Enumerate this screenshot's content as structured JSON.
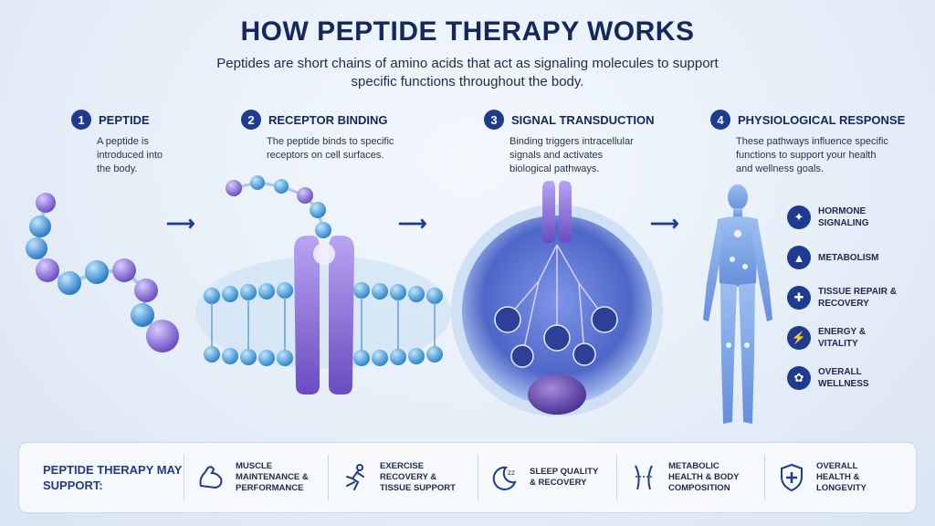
{
  "header": {
    "title": "HOW PEPTIDE THERAPY WORKS",
    "subtitle": "Peptides are short chains of amino acids that act as signaling molecules to support specific functions throughout the body."
  },
  "steps": [
    {
      "number": "1",
      "title": "PEPTIDE",
      "description": "A peptide is introduced into the body."
    },
    {
      "number": "2",
      "title": "RECEPTOR BINDING",
      "description": "The peptide binds to specific receptors on cell surfaces."
    },
    {
      "number": "3",
      "title": "SIGNAL TRANSDUCTION",
      "description": "Binding triggers intracellular signals and activates biological pathways."
    },
    {
      "number": "4",
      "title": "PHYSIOLOGICAL RESPONSE",
      "description": "These pathways influence specific functions to support your health and wellness goals."
    }
  ],
  "responses": [
    {
      "label": "HORMONE SIGNALING",
      "icon": "network-icon"
    },
    {
      "label": "METABOLISM",
      "icon": "flame-icon"
    },
    {
      "label": "TISSUE REPAIR & RECOVERY",
      "icon": "cross-icon"
    },
    {
      "label": "ENERGY & VITALITY",
      "icon": "bolt-icon"
    },
    {
      "label": "OVERALL WELLNESS",
      "icon": "lotus-icon"
    }
  ],
  "support": {
    "title": "PEPTIDE THERAPY MAY SUPPORT:",
    "items": [
      {
        "label": "MUSCLE MAINTENANCE & PERFORMANCE",
        "icon": "bicep-icon"
      },
      {
        "label": "EXERCISE RECOVERY & TISSUE SUPPORT",
        "icon": "runner-icon"
      },
      {
        "label": "SLEEP QUALITY & RECOVERY",
        "icon": "moon-icon"
      },
      {
        "label": "METABOLIC HEALTH & BODY COMPOSITION",
        "icon": "waist-icon"
      },
      {
        "label": "OVERALL HEALTH & LONGEVITY",
        "icon": "shield-cross-icon"
      }
    ]
  },
  "colors": {
    "primary": "#1e3b8f",
    "title": "#14275e",
    "accent_purple": "#8a6fd6",
    "accent_blue": "#4a9fd8"
  }
}
